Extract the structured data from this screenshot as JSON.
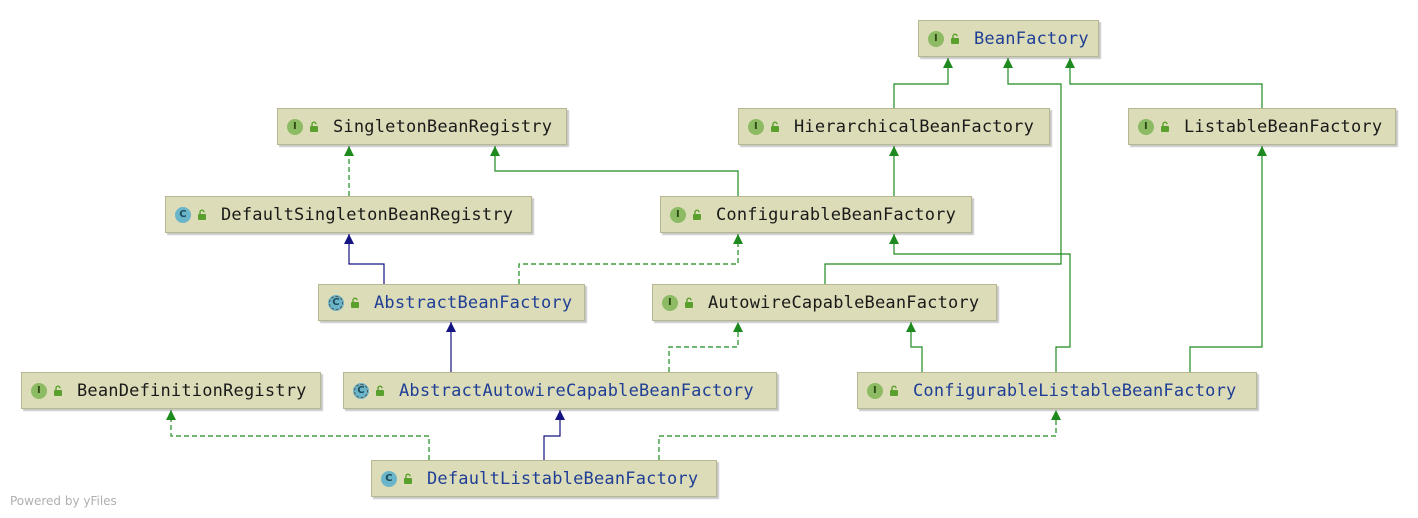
{
  "diagram": {
    "nodes": [
      {
        "id": "bean-factory",
        "name": "BeanFactory",
        "kind": "I",
        "style": "interface",
        "text_color": "blue"
      },
      {
        "id": "singleton-bean-registry",
        "name": "SingletonBeanRegistry",
        "kind": "I",
        "style": "interface",
        "text_color": "black"
      },
      {
        "id": "hierarchical-bean-factory",
        "name": "HierarchicalBeanFactory",
        "kind": "I",
        "style": "interface",
        "text_color": "black"
      },
      {
        "id": "listable-bean-factory",
        "name": "ListableBeanFactory",
        "kind": "I",
        "style": "interface",
        "text_color": "black"
      },
      {
        "id": "default-singleton-bean-registry",
        "name": "DefaultSingletonBeanRegistry",
        "kind": "C",
        "style": "class",
        "text_color": "black"
      },
      {
        "id": "configurable-bean-factory",
        "name": "ConfigurableBeanFactory",
        "kind": "I",
        "style": "interface",
        "text_color": "black"
      },
      {
        "id": "abstract-bean-factory",
        "name": "AbstractBeanFactory",
        "kind": "C",
        "style": "abstract",
        "text_color": "blue"
      },
      {
        "id": "autowire-capable-bean-factory",
        "name": "AutowireCapableBeanFactory",
        "kind": "I",
        "style": "interface",
        "text_color": "black"
      },
      {
        "id": "bean-definition-registry",
        "name": "BeanDefinitionRegistry",
        "kind": "I",
        "style": "interface",
        "text_color": "black"
      },
      {
        "id": "abstract-autowire-capable-bean-factory",
        "name": "AbstractAutowireCapableBeanFactory",
        "kind": "C",
        "style": "abstract",
        "text_color": "blue"
      },
      {
        "id": "configurable-listable-bean-factory",
        "name": "ConfigurableListableBeanFactory",
        "kind": "I",
        "style": "interface",
        "text_color": "blue"
      },
      {
        "id": "default-listable-bean-factory",
        "name": "DefaultListableBeanFactory",
        "kind": "C",
        "style": "class",
        "text_color": "blue"
      }
    ],
    "edges": [
      {
        "from": "hierarchical-bean-factory",
        "to": "bean-factory",
        "relation": "extends"
      },
      {
        "from": "listable-bean-factory",
        "to": "bean-factory",
        "relation": "extends"
      },
      {
        "from": "autowire-capable-bean-factory",
        "to": "bean-factory",
        "relation": "extends"
      },
      {
        "from": "configurable-bean-factory",
        "to": "singleton-bean-registry",
        "relation": "extends"
      },
      {
        "from": "configurable-bean-factory",
        "to": "hierarchical-bean-factory",
        "relation": "extends"
      },
      {
        "from": "default-singleton-bean-registry",
        "to": "singleton-bean-registry",
        "relation": "implements"
      },
      {
        "from": "abstract-bean-factory",
        "to": "default-singleton-bean-registry",
        "relation": "class-extends"
      },
      {
        "from": "abstract-bean-factory",
        "to": "configurable-bean-factory",
        "relation": "implements"
      },
      {
        "from": "abstract-autowire-capable-bean-factory",
        "to": "abstract-bean-factory",
        "relation": "class-extends"
      },
      {
        "from": "abstract-autowire-capable-bean-factory",
        "to": "autowire-capable-bean-factory",
        "relation": "implements"
      },
      {
        "from": "configurable-listable-bean-factory",
        "to": "autowire-capable-bean-factory",
        "relation": "extends"
      },
      {
        "from": "configurable-listable-bean-factory",
        "to": "configurable-bean-factory",
        "relation": "extends"
      },
      {
        "from": "configurable-listable-bean-factory",
        "to": "listable-bean-factory",
        "relation": "extends"
      },
      {
        "from": "default-listable-bean-factory",
        "to": "bean-definition-registry",
        "relation": "implements"
      },
      {
        "from": "default-listable-bean-factory",
        "to": "abstract-autowire-capable-bean-factory",
        "relation": "class-extends"
      },
      {
        "from": "default-listable-bean-factory",
        "to": "configurable-listable-bean-factory",
        "relation": "implements"
      }
    ],
    "colors": {
      "node_fill": "#dcdcb8",
      "interface_edge": "#1e8a1e",
      "class_edge": "#141480",
      "label_blue": "#1f3e96",
      "label_black": "#1a1a1a"
    }
  },
  "watermark": "Powered by yFiles"
}
